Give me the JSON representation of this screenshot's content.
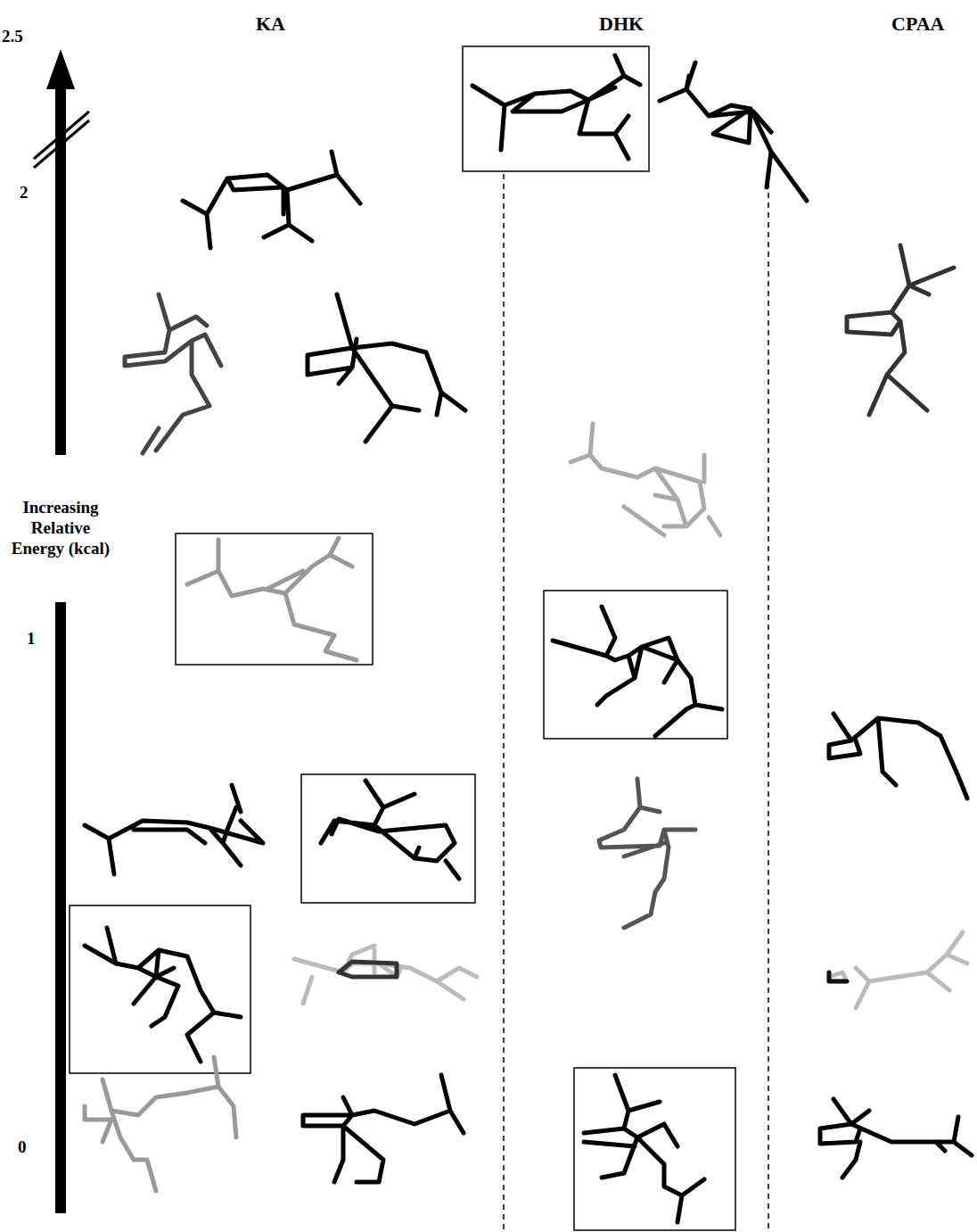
{
  "diagram": {
    "labels": [
      "KA",
      "DHK",
      "CPAA",
      "2.5",
      "2",
      "1",
      "0",
      "Increasing Relative Energy (kcal)"
    ]
  }
}
